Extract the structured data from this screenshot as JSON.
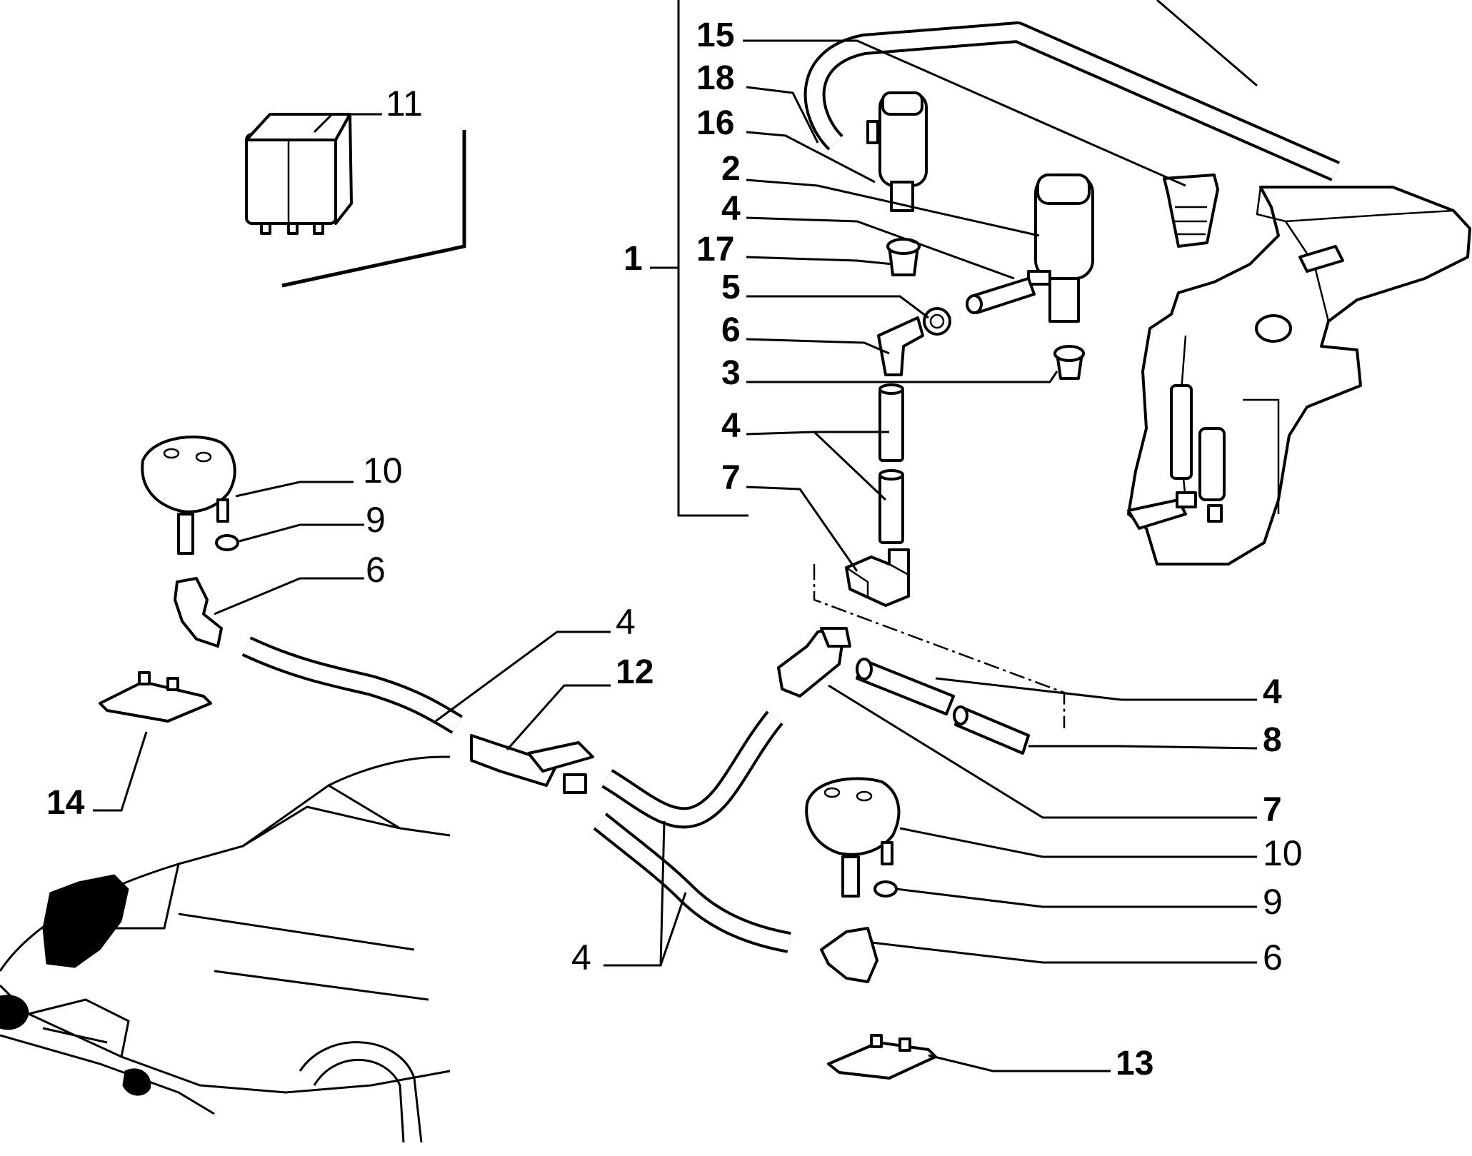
{
  "labels": {
    "l1": "1",
    "l2": "2",
    "l3": "3",
    "l4_a": "4",
    "l4_b": "4",
    "l4_c": "4",
    "l4_d": "4",
    "l4_e": "4",
    "l5": "5",
    "l6_a": "6",
    "l6_b": "6",
    "l6_c": "6",
    "l7_a": "7",
    "l7_b": "7",
    "l8": "8",
    "l9_a": "9",
    "l9_b": "9",
    "l10_a": "10",
    "l10_b": "10",
    "l11": "11",
    "l12": "12",
    "l13": "13",
    "l14": "14",
    "l15": "15",
    "l16": "16",
    "l17": "17",
    "l18": "18"
  }
}
